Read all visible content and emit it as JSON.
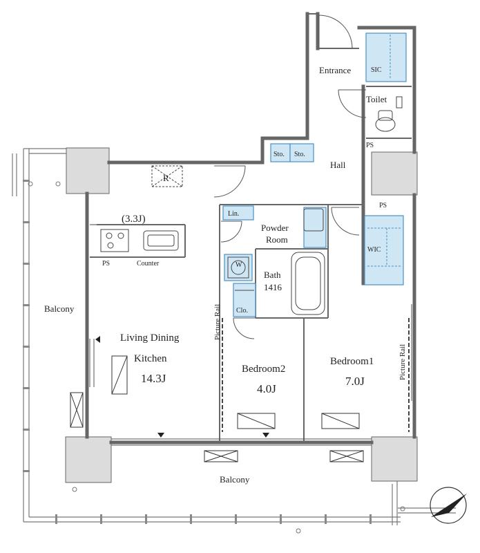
{
  "plan": {
    "rooms": {
      "entrance": "Entrance",
      "sic": "SIC",
      "toilet": "Toilet",
      "ps_top": "PS",
      "hall": "Hall",
      "sto1": "Sto.",
      "sto2": "Sto.",
      "refrigerator": "R",
      "kitchen_size": "(3.3J)",
      "ps_kitchen": "PS",
      "counter": "Counter",
      "linen": "Lin.",
      "powder_room_1": "Powder",
      "powder_room_2": "Room",
      "washer": "W",
      "bath": "Bath",
      "bath_size": "1416",
      "closet": "Clo.",
      "ps_right": "PS",
      "wic": "WIC",
      "balcony_left": "Balcony",
      "ldk_1": "Living Dining",
      "ldk_2": "Kitchen",
      "ldk_size": "14.3J",
      "picture_rail_left": "Picture Rail",
      "bedroom2": "Bedroom2",
      "bedroom2_size": "4.0J",
      "bedroom1": "Bedroom1",
      "bedroom1_size": "7.0J",
      "picture_rail_right": "Picture Rail",
      "balcony_bottom": "Balcony"
    },
    "colors": {
      "wall": "#8c8c8c",
      "wall_dark": "#555555",
      "storage_fill": "#cfe6f5",
      "storage_stroke": "#4a90c4",
      "column": "#dcdcdc",
      "line": "#444444"
    },
    "compass": "north-arrow"
  }
}
